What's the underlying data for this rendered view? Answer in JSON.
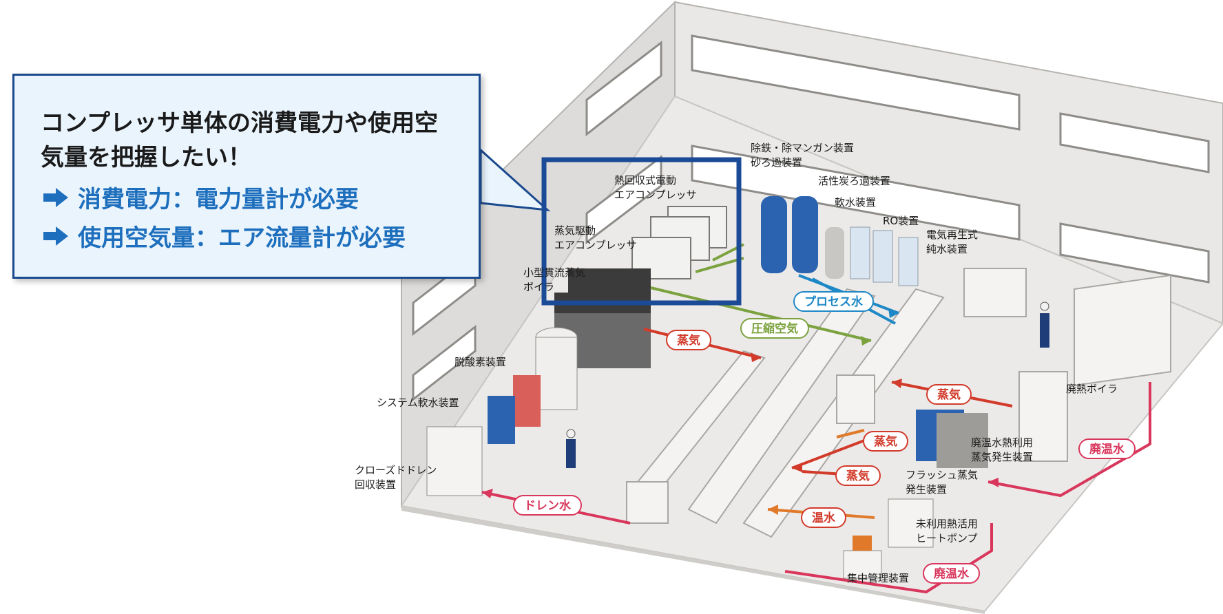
{
  "callout": {
    "title": "コンプレッサ単体の消費電力や使用空気量を把握したい！",
    "line1": "消費電力：電力量計が必要",
    "line2": "使用空気量：エア流量計が必要"
  },
  "equipment_labels": {
    "heat_recovery_compressor": "熱回収式電動\nエアコンプレッサ",
    "steam_driven_compressor": "蒸気駆動\nエアコンプレッサ",
    "small_boiler": "小型貫流蒸気\nボイラ",
    "iron_manganese_removal": "除鉄・除マンガン装置\n砂ろ過装置",
    "activated_carbon": "活性炭ろ過装置",
    "water_softener": "軟水装置",
    "ro_unit": "RO装置",
    "electro_regeneration": "電気再生式\n純水装置",
    "deoxygenation": "脱酸素装置",
    "system_softener": "システム軟水装置",
    "closed_drain": "クローズドドレン\n回収装置",
    "waste_heat_boiler": "廃熱ボイラ",
    "waste_hot_water_steam": "廃温水熱利用\n蒸気発生装置",
    "flash_steam": "フラッシュ蒸気\n発生装置",
    "heat_pump": "未利用熱活用\nヒートポンプ",
    "central_control": "集中管理装置"
  },
  "flow_labels": {
    "process_water": "プロセス水",
    "compressed_air": "圧縮空気",
    "steam": "蒸気",
    "drain_water": "ドレン水",
    "hot_water": "温水",
    "waste_hot_water": "廃温水"
  },
  "colors": {
    "callout_border": "#1a4a8e",
    "callout_bg": "#eaf4fd",
    "callout_accent": "#1d6fbd",
    "highlight_box": "#1b4a96",
    "steam": "#d23a2a",
    "process_water": "#1e88c6",
    "compressed_air": "#7ba23f",
    "waste_hot_water": "#d9365c",
    "hot_water": "#e07a2a"
  }
}
